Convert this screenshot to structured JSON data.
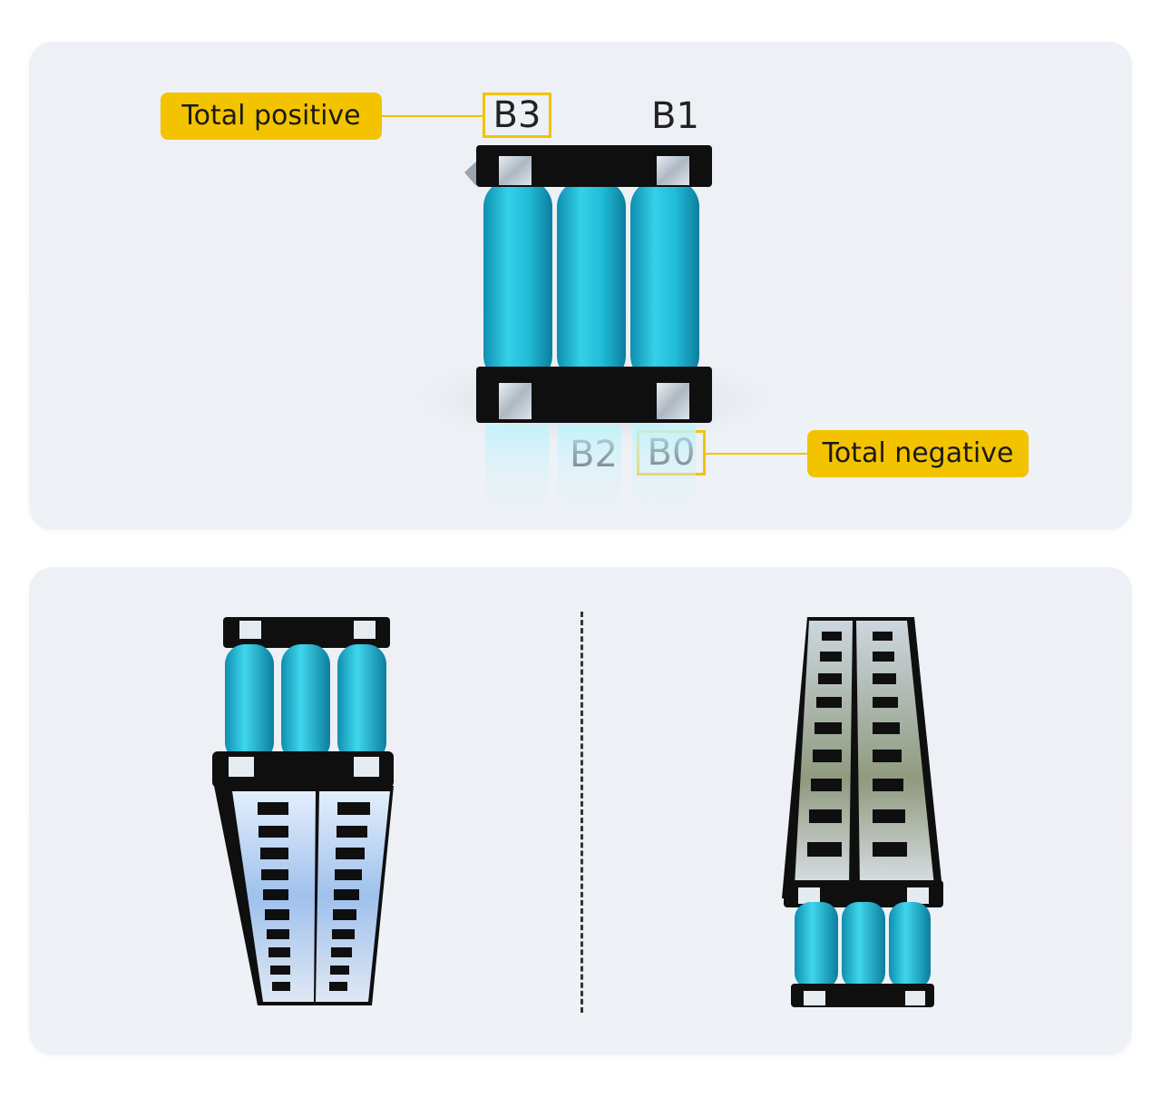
{
  "top_panel": {
    "callout_positive": "Total positive",
    "callout_negative": "Total negative",
    "terminals": {
      "b3": "B3",
      "b1": "B1",
      "b2": "B2",
      "b0": "B0"
    }
  },
  "colors": {
    "callout": "#f3c300",
    "cell": "#1bb8d6",
    "holder": "#111111",
    "nickel": "#c9d3dd"
  },
  "icons": [
    "battery-pack-front-view",
    "battery-pack-angled-view-left",
    "battery-pack-angled-view-right"
  ]
}
